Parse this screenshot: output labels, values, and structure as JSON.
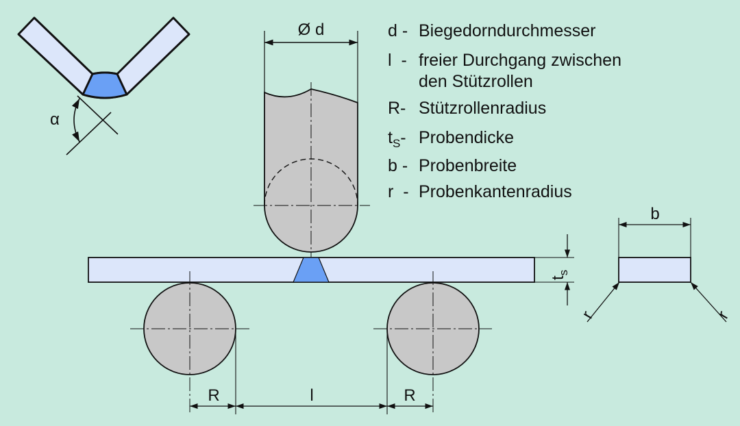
{
  "colors": {
    "background": "#c8eade",
    "specimen_fill": "#dce6fa",
    "weld_fill": "#6aa0f5",
    "roller_fill": "#c8c8c8",
    "outline": "#111111"
  },
  "labels": {
    "alpha": "α",
    "diameter": "Ø d",
    "roller_radius_left": "R",
    "roller_radius_right": "R",
    "free_passage": "l",
    "thickness_main": "t",
    "thickness_sub": "s",
    "width": "b",
    "edge_radius_left": "r",
    "edge_radius_right": "r"
  },
  "legend": [
    {
      "symbol": "d -",
      "text": "Biegedorndurchmesser"
    },
    {
      "symbol": "l  -",
      "text": "freier Durchgang zwischen"
    },
    {
      "symbol": "",
      "text": "den Stützrollen"
    },
    {
      "symbol": "R-",
      "text": "Stützrollenradius"
    },
    {
      "symbol": "t",
      "symbol_sub": "S",
      "symbol_after": "-",
      "text": "Probendicke"
    },
    {
      "symbol": "b -",
      "text": "Probenbreite"
    },
    {
      "symbol": "r  -",
      "text": "Probenkantenradius"
    }
  ]
}
